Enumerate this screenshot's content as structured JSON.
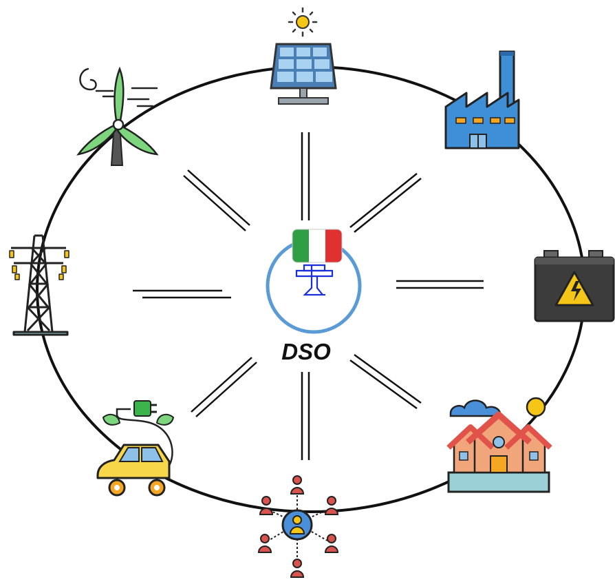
{
  "center": {
    "label": "DSO",
    "flag_colors": [
      "#2f9e44",
      "#ffffff",
      "#e03131"
    ],
    "ring_color": "#5b9bd5",
    "symbol_color": "#1a2fd9"
  },
  "nodes": [
    {
      "id": "solar-panel",
      "icon": "solar-panel-icon"
    },
    {
      "id": "factory",
      "icon": "factory-icon"
    },
    {
      "id": "battery",
      "icon": "battery-icon"
    },
    {
      "id": "houses",
      "icon": "houses-icon"
    },
    {
      "id": "community",
      "icon": "community-icon"
    },
    {
      "id": "electric-vehicle",
      "icon": "electric-car-icon"
    },
    {
      "id": "transmission-tower",
      "icon": "transmission-tower-icon"
    },
    {
      "id": "wind-turbine",
      "icon": "wind-turbine-icon"
    }
  ],
  "colors": {
    "ellipse": "#111111",
    "link": "#111111",
    "solar_blue": "#4a7fb5",
    "factory_blue": "#3f8fd6",
    "battery_body": "#3c3c3c",
    "warning_yellow": "#f5c518",
    "house_red": "#e0524a",
    "house_wall": "#f0a57b",
    "person_red": "#d9534f",
    "car_yellow": "#f7d64a",
    "plug_green": "#3cb44b",
    "turbine_green": "#7dd67d"
  }
}
